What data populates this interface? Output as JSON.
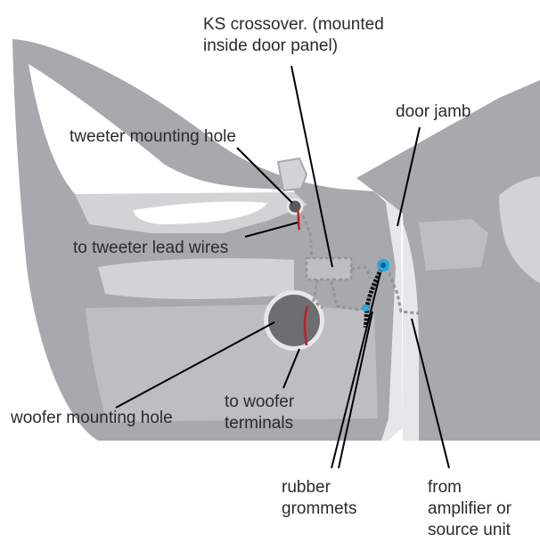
{
  "labels": {
    "crossover": [
      "KS crossover. (mounted",
      "inside door panel)"
    ],
    "door_jamb": "door jamb",
    "tweeter_hole": "tweeter mounting hole",
    "tweeter_wires": "to tweeter lead wires",
    "woofer_hole": "woofer mounting hole",
    "woofer_terminals": [
      "to woofer",
      "terminals"
    ],
    "grommets": [
      "rubber",
      "grommets"
    ],
    "source": [
      "from",
      "amplifier or",
      "source unit"
    ]
  },
  "colors": {
    "body_gray": "#a7a9ac",
    "panel_light": "#d1d3d4",
    "panel_mid": "#bcbec0",
    "dark_gray": "#6d6e71",
    "speaker_dark": "#58595b",
    "wire_red": "#be1e2d",
    "grommet_blue": "#27aae1",
    "leader_line": "#000000"
  },
  "icons": [
    "woofer-speaker-icon",
    "tweeter-speaker-icon",
    "crossover-box-icon",
    "grommet-icon"
  ]
}
